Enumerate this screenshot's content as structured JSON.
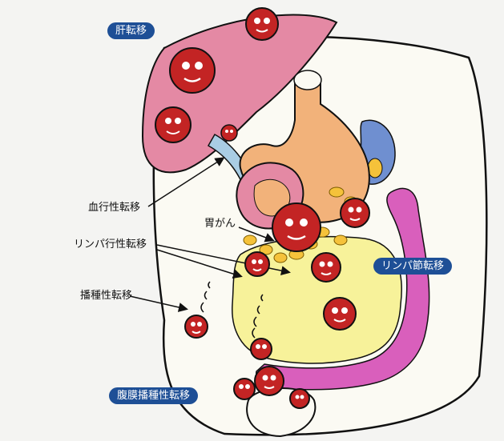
{
  "labels": {
    "liver_metastasis": "肝転移",
    "hematogenous_metastasis": "血行性転移",
    "gastric_cancer": "胃がん",
    "lymphogenous_metastasis": "リンパ行性転移",
    "lymph_node_metastasis": "リンパ節転移",
    "implantation_metastasis": "播種性転移",
    "peritoneal_dissemination": "腹膜播種性転移"
  },
  "colors": {
    "background": "#f4f4f2",
    "abdomen": "#fbfaf3",
    "liver": "#e489a4",
    "stomach": "#f2b27a",
    "intestine": "#f7f29a",
    "colon": "#d95fbc",
    "tumor": "#c32424",
    "label_pill": "#1e4f96",
    "vessel": "#a9cde4"
  },
  "icons": {
    "tumor": "tumor-face-icon"
  }
}
